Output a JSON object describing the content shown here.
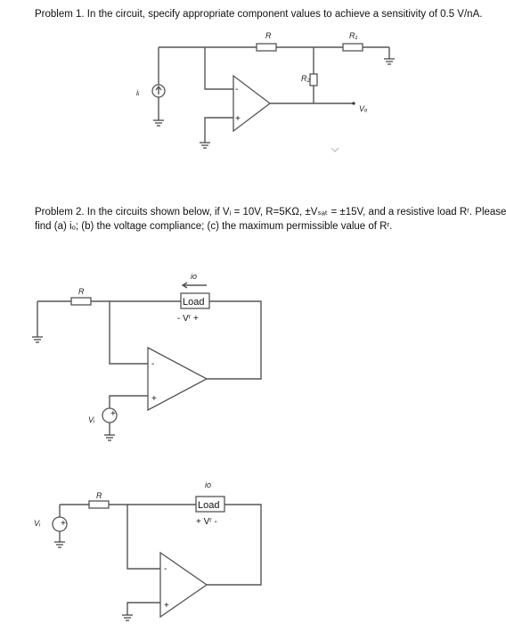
{
  "problem1": {
    "text": "Problem 1. In the circuit, specify appropriate component values to achieve a sensitivity of 0.5 V/nA."
  },
  "problem2": {
    "line1": "Problem 2. In the circuits shown below, if Vᵢ = 10V, R=5KΩ, ±Vₛₐₜ = ±15V, and a resistive load Rʳ. Please",
    "line2": "find (a) iₒ; (b) the voltage compliance; (c) the maximum permissible value of Rʳ."
  },
  "circuit1": {
    "label_R": "R",
    "label_R1": "R₁",
    "label_R2": "R₂",
    "label_ii": "iᵢ",
    "label_vo": "Vₒ",
    "minus": "-",
    "plus": "+"
  },
  "circuit2": {
    "label_io": "io",
    "label_load": "Load",
    "label_vl": "-  Vʳ  +",
    "label_R": "R",
    "label_vi": "Vᵢ",
    "minus": "-",
    "plus": "+"
  },
  "circuit3": {
    "label_io": "io",
    "label_load": "Load",
    "label_vl": "+  Vʳ  -",
    "label_R": "R",
    "label_vi": "Vᵢ",
    "minus": "-",
    "plus": "+"
  }
}
